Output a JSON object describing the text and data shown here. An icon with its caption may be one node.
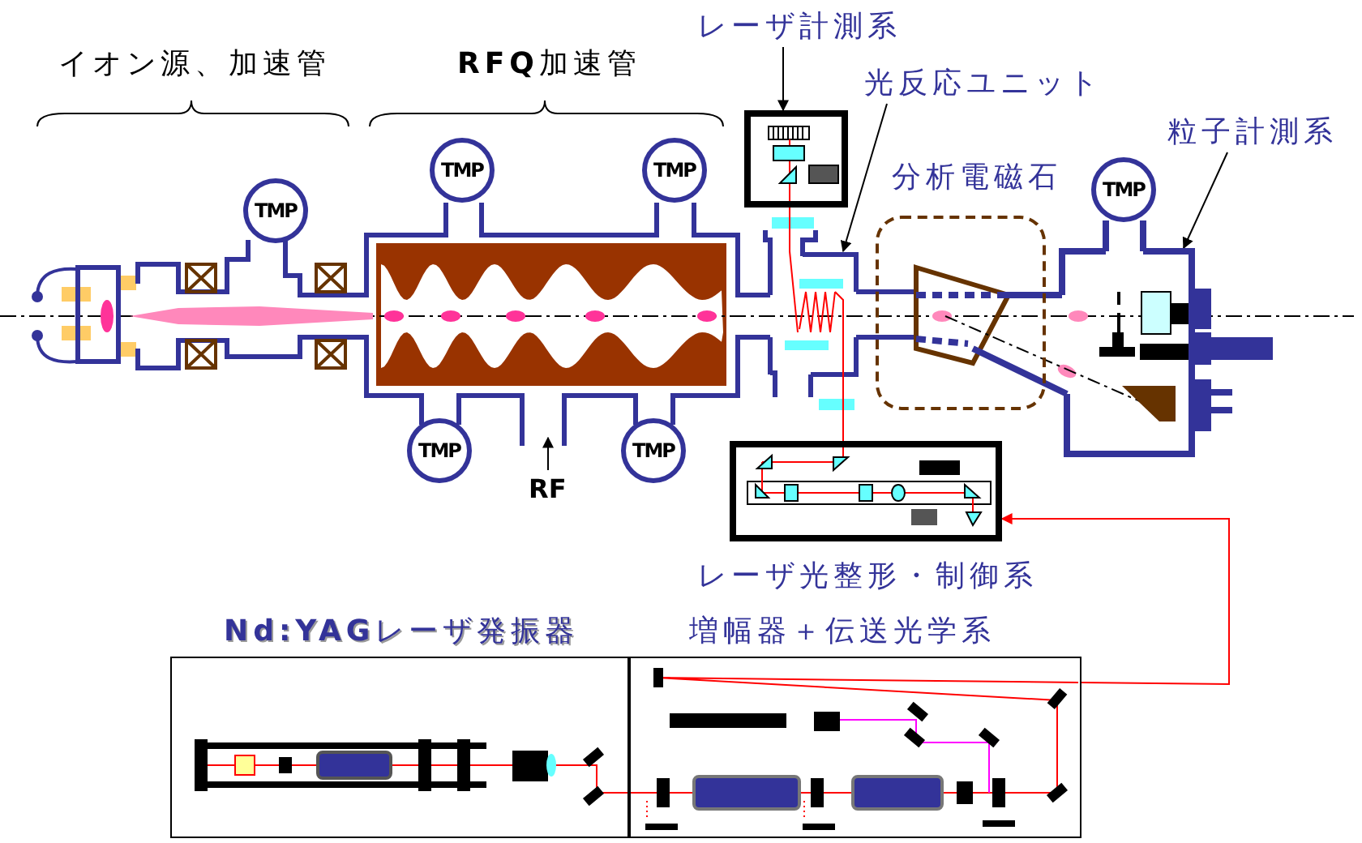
{
  "diagram": {
    "nodes": [
      {
        "text": [
          "TMP"
        ]
      },
      {
        "text": [
          "TMP"
        ]
      },
      {
        "text": [
          "TMP"
        ]
      },
      {
        "text": [
          "TMP"
        ]
      },
      {
        "text": [
          "TMP"
        ]
      },
      {
        "text": [
          "TMP"
        ]
      },
      {
        "text": [
          "レーザ計測系"
        ]
      },
      {
        "text": [],
        "shape": "box"
      },
      {
        "text": [
          "光反応ユニット"
        ]
      },
      {
        "text": [
          "分析電磁石"
        ]
      },
      {
        "text": [
          "粒子計測系"
        ]
      },
      {
        "text": [
          "RF"
        ]
      },
      {
        "text": [
          "レーザ光整形・制御系"
        ]
      },
      {
        "text": [
          "**Nd:YAG**レーザ発振器"
        ]
      },
      {
        "text": [
          "増幅器＋伝送光学系"
        ]
      },
      {
        "text": [],
        "shape": "box"
      },
      {
        "text": [],
        "shape": "box"
      }
    ],
    "edges": [
      {
        "from": 6,
        "to": 7,
        "arrow": "to"
      },
      {
        "from": 8,
        "to": 15,
        "arrow": "to"
      },
      {
        "from": 10,
        "to": 16,
        "arrow": "to"
      },
      {
        "from": 11,
        "to": null,
        "arrow": "to"
      },
      {
        "from": 14,
        "to": 12,
        "arrow": "to",
        "color": "#ff0000"
      },
      {
        "from": 12,
        "to": 15,
        "arrow": "none",
        "color": "#ff0000"
      },
      {
        "from": 15,
        "to": 7,
        "arrow": "none",
        "color": "#ff0000"
      }
    ],
    "labels": [
      "イオン源、加速管",
      "**RFQ**加速管"
    ]
  }
}
